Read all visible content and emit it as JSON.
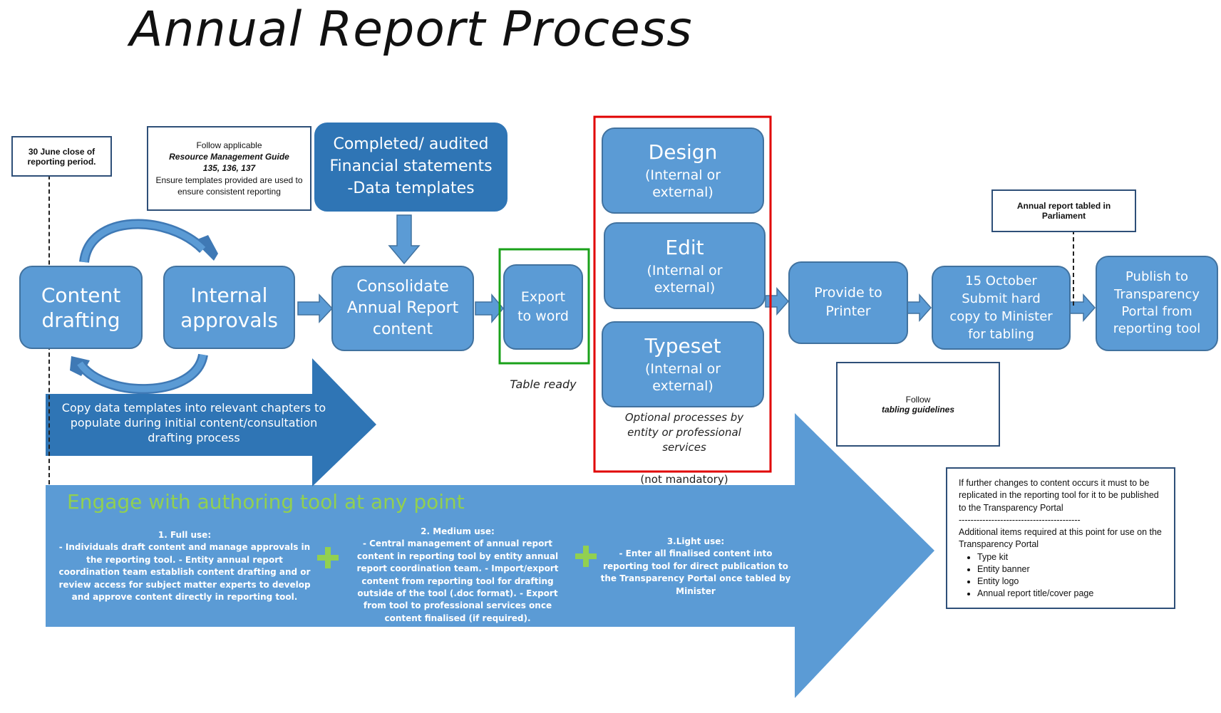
{
  "title": "Annual Report Process",
  "notes": {
    "close_period": "30 June close of reporting period.",
    "follow_guide_1": "Follow applicable",
    "follow_guide_2": "Resource Management Guide",
    "follow_guide_3": "135, 136, 137",
    "follow_guide_4": "Ensure templates provided are used to ensure consistent reporting",
    "tabled": "Annual report tabled in Parliament",
    "follow_tabling_1": "Follow",
    "follow_tabling_2": "tabling guidelines"
  },
  "steps": {
    "content_drafting": "Content drafting",
    "internal_approvals": "Internal approvals",
    "financial": "Completed/ audited Financial statements -Data templates",
    "consolidate": "Consolidate Annual Report content",
    "export": "Export to word",
    "table_ready": "Table ready",
    "design": "Design",
    "edit": "Edit",
    "typeset": "Typeset",
    "internal_external": "(Internal or external)",
    "optional": "Optional processes by entity or professional services",
    "not_mandatory": "(not mandatory)",
    "printer": "Provide to Printer",
    "submit": "15 October Submit hard copy to Minister for tabling",
    "publish": "Publish to Transparency Portal from reporting tool"
  },
  "copy_arrow": "Copy data templates into relevant chapters to populate during initial content/consultation drafting process",
  "engage": {
    "heading": "Engage with authoring tool at any point",
    "full_title": "1. Full use:",
    "full_body": "- Individuals draft content and manage approvals in the reporting tool. - Entity annual report coordination team establish content drafting and or review access for subject matter experts to develop and approve content directly in reporting tool.",
    "medium_title": "2. Medium use:",
    "medium_body": "- Central management of annual report content in reporting tool by entity annual report coordination team. - Import/export content from reporting tool for drafting outside of the tool (.doc format). - Export from tool to professional services once content finalised (if required).",
    "light_title": "3.Light use:",
    "light_body": "- Enter all finalised content into reporting tool for direct publication to the Transparency Portal once tabled by Minister",
    "plus": "+"
  },
  "changes": {
    "line1": "If further changes to content occurs it must to be replicated in the reporting tool for it to be published to the Transparency Portal",
    "divider": "-----------------------------------------",
    "line2": "Additional items required at this point for use on the Transparency Portal",
    "items": [
      "Type kit",
      "Entity banner",
      "Entity logo",
      "Annual report title/cover page"
    ]
  },
  "colors": {
    "box_fill": "#5b9bd5",
    "box_dark": "#2f75b5",
    "engage_green": "#92d050",
    "red_frame": "#e00000",
    "green_frame": "#1aa11a"
  }
}
